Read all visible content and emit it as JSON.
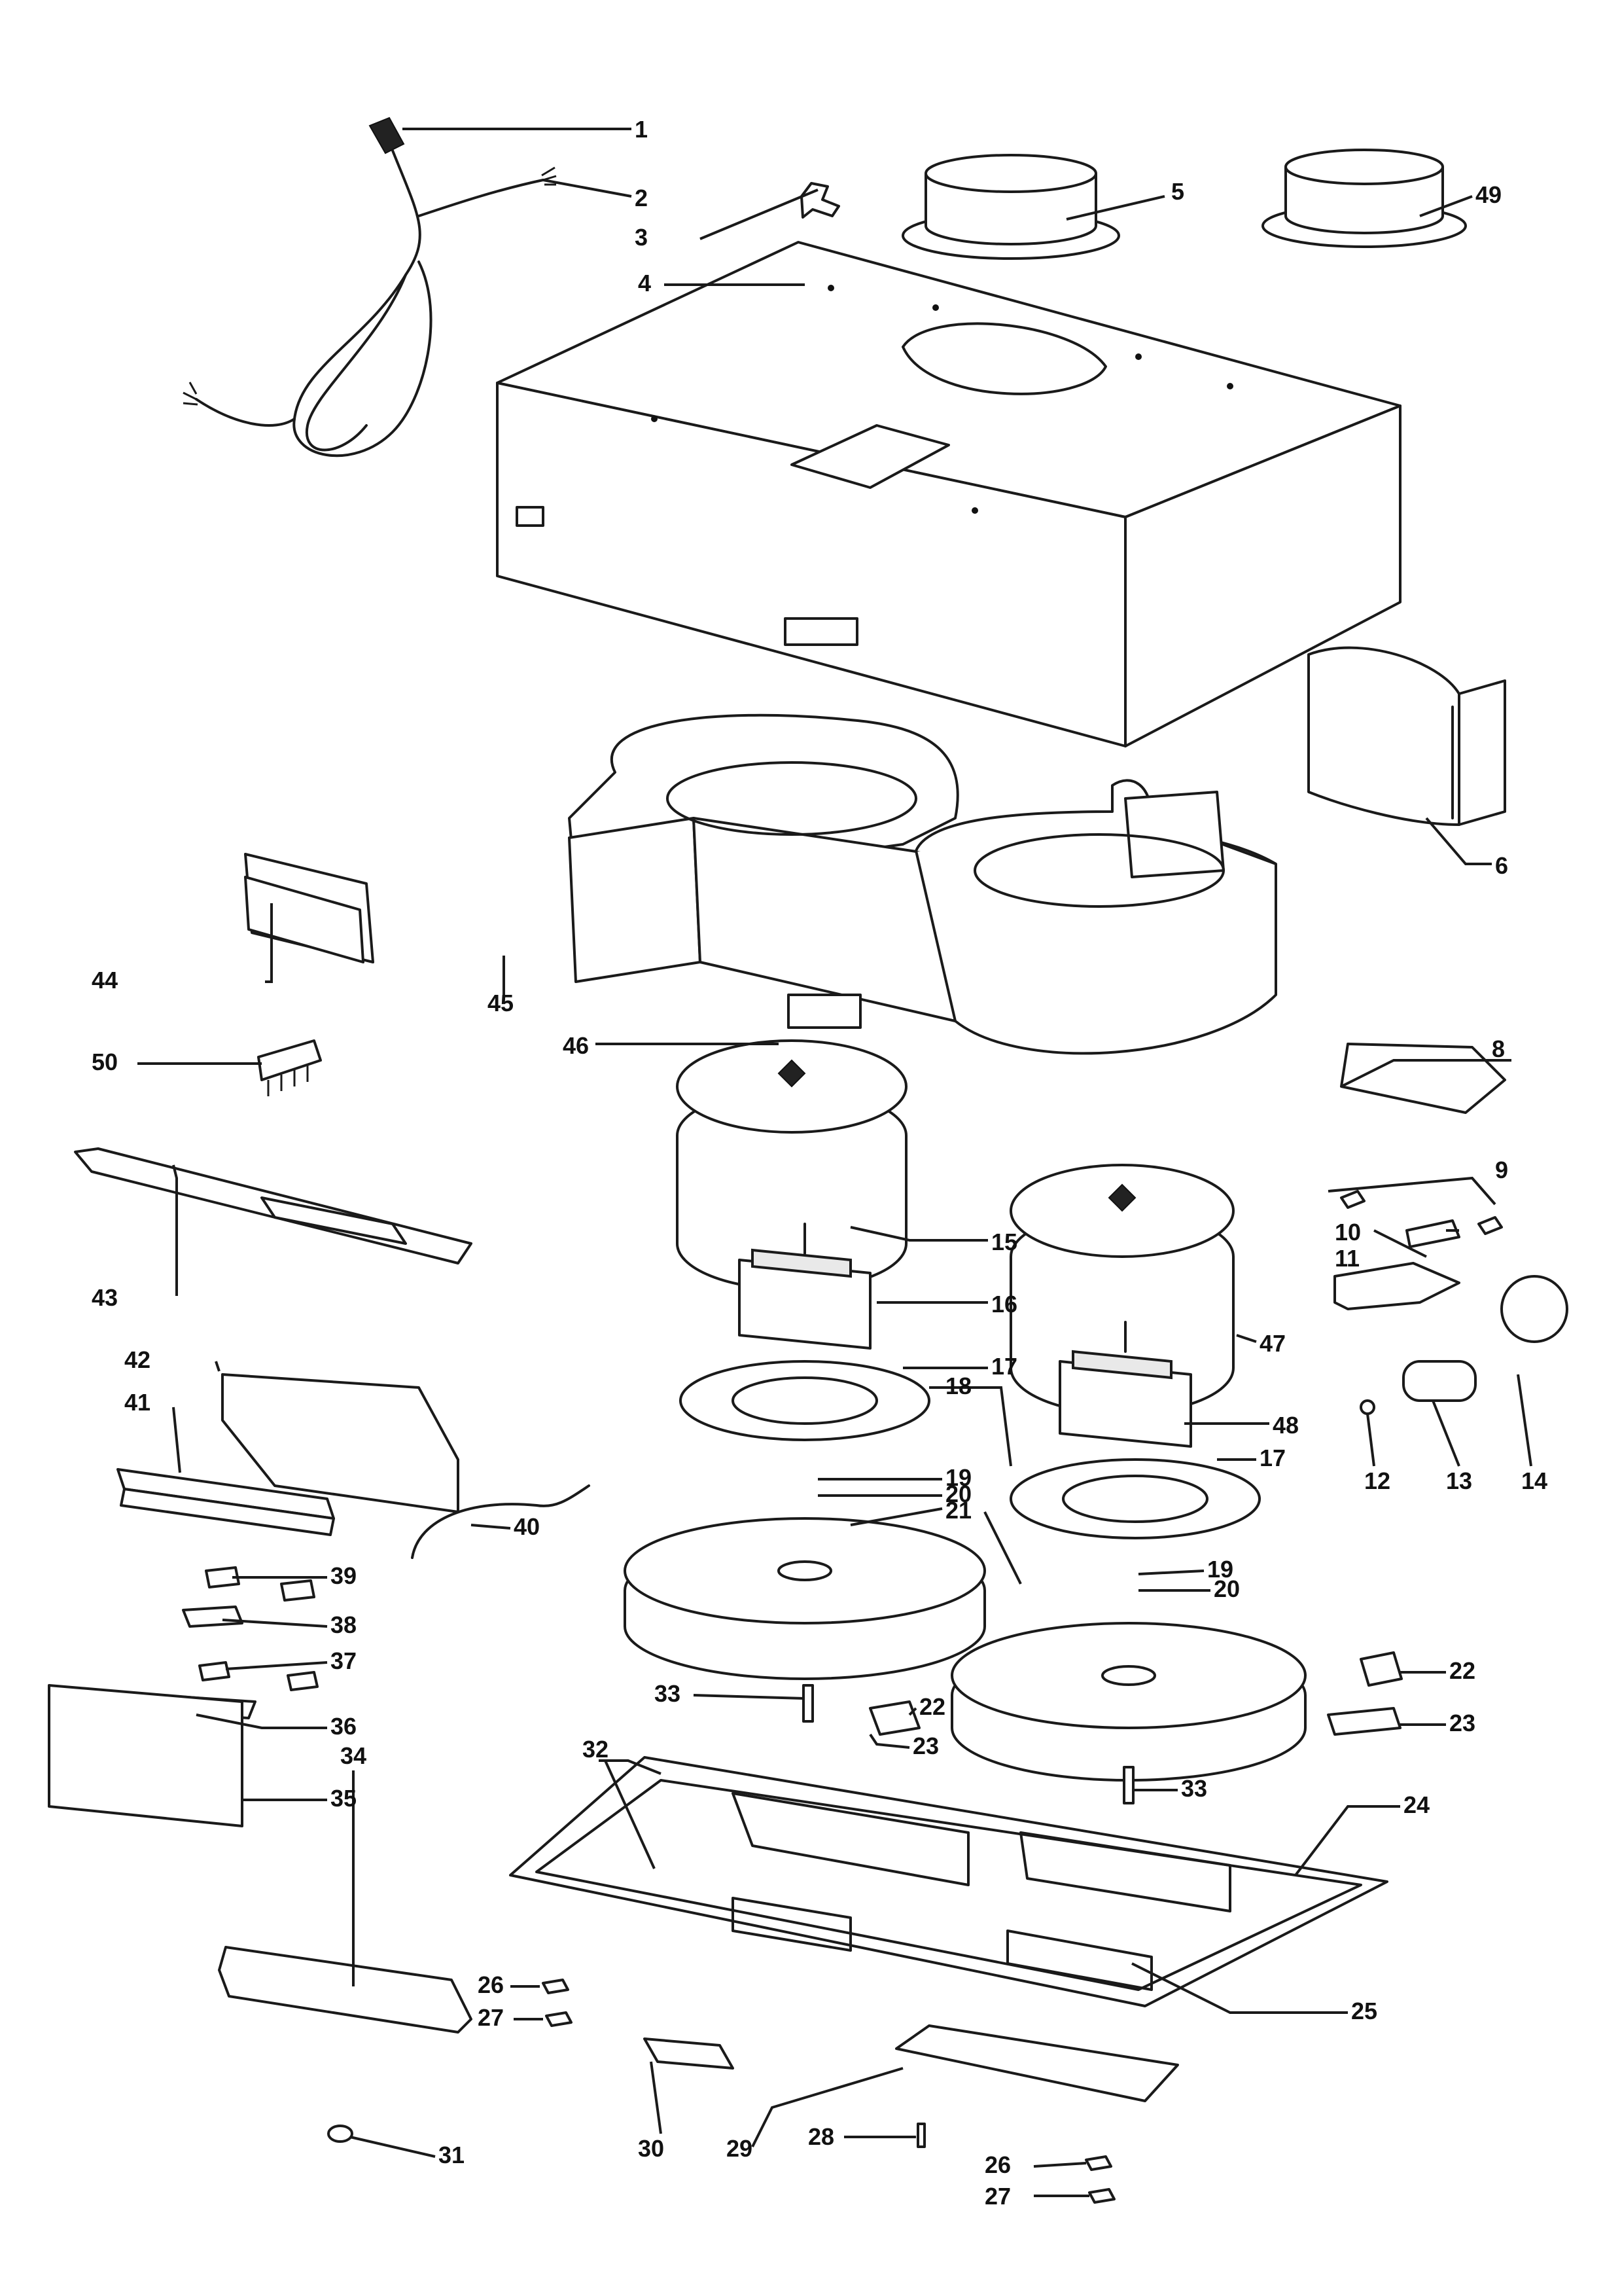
{
  "callouts": [
    {
      "id": "1",
      "text": "1"
    },
    {
      "id": "2",
      "text": "2"
    },
    {
      "id": "3",
      "text": "3"
    },
    {
      "id": "4",
      "text": "4"
    },
    {
      "id": "5",
      "text": "5"
    },
    {
      "id": "49",
      "text": "49"
    },
    {
      "id": "6",
      "text": "6"
    },
    {
      "id": "44",
      "text": "44"
    },
    {
      "id": "45",
      "text": "45"
    },
    {
      "id": "46",
      "text": "46"
    },
    {
      "id": "50",
      "text": "50"
    },
    {
      "id": "8",
      "text": "8"
    },
    {
      "id": "9",
      "text": "9"
    },
    {
      "id": "10",
      "text": "10"
    },
    {
      "id": "11",
      "text": "11"
    },
    {
      "id": "43",
      "text": "43"
    },
    {
      "id": "15",
      "text": "15"
    },
    {
      "id": "16",
      "text": "16"
    },
    {
      "id": "47",
      "text": "47"
    },
    {
      "id": "17a",
      "text": "17"
    },
    {
      "id": "42",
      "text": "42"
    },
    {
      "id": "41",
      "text": "41"
    },
    {
      "id": "48",
      "text": "48"
    },
    {
      "id": "14",
      "text": "14"
    },
    {
      "id": "12",
      "text": "12"
    },
    {
      "id": "13",
      "text": "13"
    },
    {
      "id": "18",
      "text": "18"
    },
    {
      "id": "17b",
      "text": "17"
    },
    {
      "id": "19a",
      "text": "19"
    },
    {
      "id": "20a",
      "text": "20"
    },
    {
      "id": "21a",
      "text": "21"
    },
    {
      "id": "40",
      "text": "40"
    },
    {
      "id": "39",
      "text": "39"
    },
    {
      "id": "19b",
      "text": "19"
    },
    {
      "id": "20b",
      "text": "20"
    },
    {
      "id": "38",
      "text": "38"
    },
    {
      "id": "37",
      "text": "37"
    },
    {
      "id": "36",
      "text": "36"
    },
    {
      "id": "33a",
      "text": "33"
    },
    {
      "id": "22a",
      "text": "22"
    },
    {
      "id": "22b",
      "text": "22"
    },
    {
      "id": "23a",
      "text": "23"
    },
    {
      "id": "23b",
      "text": "23"
    },
    {
      "id": "32",
      "text": "32"
    },
    {
      "id": "35",
      "text": "35"
    },
    {
      "id": "33b",
      "text": "33"
    },
    {
      "id": "24",
      "text": "24"
    },
    {
      "id": "34",
      "text": "34"
    },
    {
      "id": "26a",
      "text": "26"
    },
    {
      "id": "27a",
      "text": "27"
    },
    {
      "id": "25",
      "text": "25"
    },
    {
      "id": "31",
      "text": "31"
    },
    {
      "id": "30",
      "text": "30"
    },
    {
      "id": "29",
      "text": "29"
    },
    {
      "id": "28",
      "text": "28"
    },
    {
      "id": "26b",
      "text": "26"
    },
    {
      "id": "27b",
      "text": "27"
    }
  ]
}
